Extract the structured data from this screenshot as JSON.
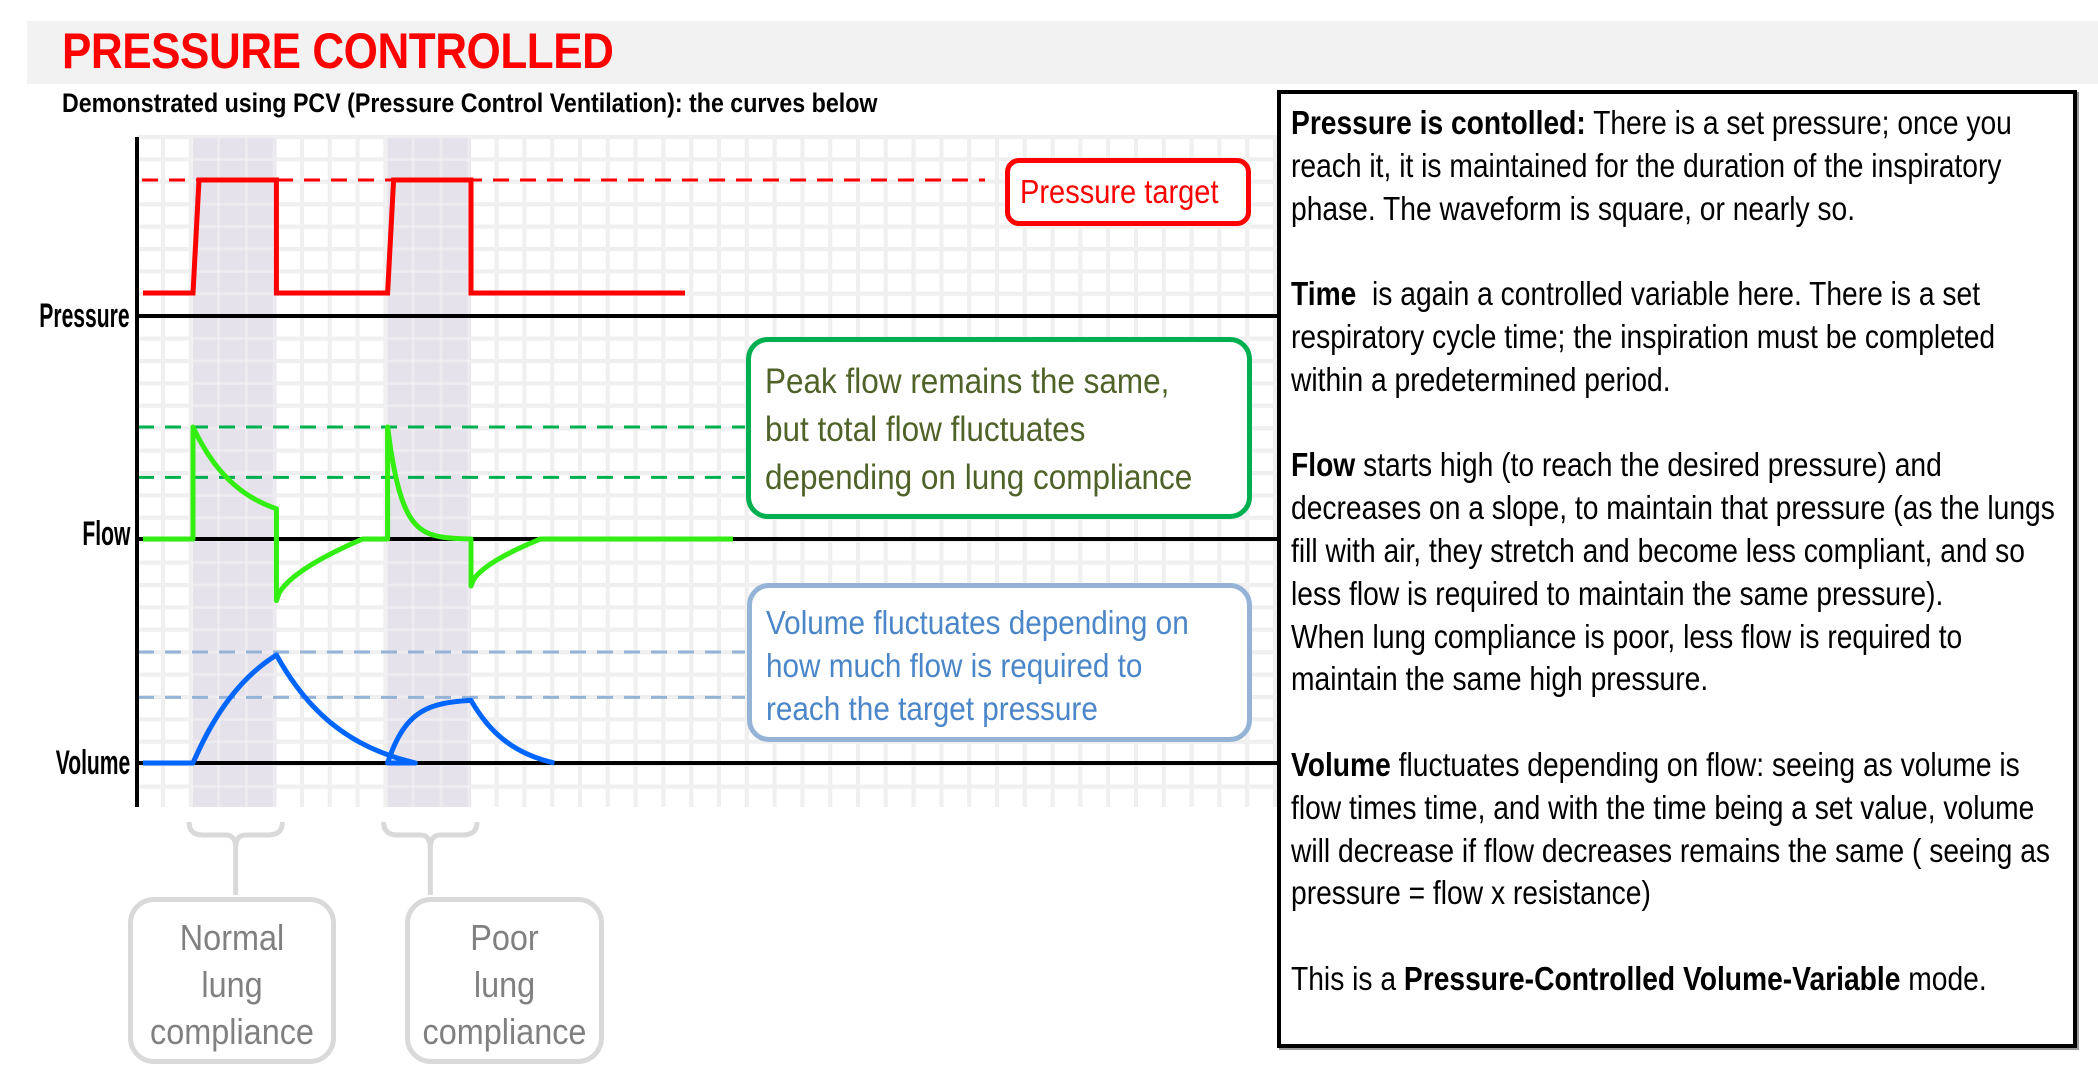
{
  "header": {
    "title": "PRESSURE CONTROLLED",
    "subtitle": "Demonstrated using PCV (Pressure Control Ventilation): the curves below"
  },
  "colors": {
    "pressure": "#ff0000",
    "flow": "#33ee11",
    "flow_callout_border": "#00b050",
    "flow_callout_text": "#4f6228",
    "volume": "#0066ff",
    "volume_callout_border": "#95b3d7",
    "volume_callout_text": "#4a86c8",
    "grid": "#ececec",
    "inspiration_shade": "#e3dfea",
    "label_gray": "#808080"
  },
  "axes": {
    "pressure": "Pressure",
    "flow": "Flow",
    "volume": "Volume"
  },
  "callouts": {
    "pressure": "Pressure target",
    "flow": [
      "Peak flow remains the same,",
      "but total flow fluctuates",
      "depending on lung compliance"
    ],
    "volume": [
      "Volume fluctuates depending on",
      "how much flow is required to",
      "reach the target pressure"
    ]
  },
  "compliance_labels": {
    "normal": [
      "Normal",
      "lung",
      "compliance"
    ],
    "poor": [
      "Poor",
      "lung",
      "compliance"
    ]
  },
  "info": {
    "p1_bold": "Pressure is contolled:",
    "p1_text": " There is a set pressure; once you reach it, it is maintained for the duration of the inspiratory phase. The waveform is square, or nearly so.",
    "p2_bold": "Time",
    "p2_text": "  is again a controlled variable here. There is a set respiratory cycle time; the inspiration must be completed within a predetermined period.",
    "p3_bold": "Flow",
    "p3_text": " starts high (to reach the desired pressure) and decreases on a slope, to maintain that pressure (as the lungs fill with air, they stretch and become less compliant, and so less flow is required to maintain the same pressure).",
    "p4_text": "When lung compliance is poor, less flow is required to maintain the same high pressure.",
    "p5_bold": "Volume",
    "p5_text": " fluctuates depending on flow: seeing as volume is flow times time, and with the time being a set value, volume will decrease if flow decreases remains the same ( seeing as pressure = flow x resistance)",
    "p6_pre": "This is a ",
    "p6_bold": "Pressure-Controlled Volume-Variable",
    "p6_post": " mode."
  },
  "chart_data": {
    "type": "line",
    "title": "Ventilator waveforms in Pressure Control Ventilation",
    "time_units": "grid cells",
    "breaths": [
      {
        "label": "Normal lung compliance",
        "insp_start": 2,
        "insp_end": 5,
        "pressure": {
          "baseline": 0,
          "target": 1.0
        },
        "flow": {
          "peak": 1.0,
          "end_insp": 0.27,
          "exp_min": -0.55,
          "recover_at": 8.1,
          "decay": "slow"
        },
        "volume": {
          "peak": 1.0,
          "return_at": 10.0
        }
      },
      {
        "label": "Poor lung compliance",
        "insp_start": 9,
        "insp_end": 12,
        "pressure": {
          "baseline": 0,
          "target": 1.0
        },
        "flow": {
          "peak": 1.0,
          "end_insp": 0.0,
          "exp_min": -0.42,
          "recover_at": 14.5,
          "decay": "fast"
        },
        "volume": {
          "peak": 0.58,
          "return_at": 15.0
        }
      }
    ],
    "reference_lines": {
      "pressure_target": 1.0,
      "flow_levels": [
        1.0,
        0.55
      ],
      "volume_levels": [
        1.0,
        0.58
      ]
    },
    "series": [
      {
        "name": "Pressure"
      },
      {
        "name": "Flow"
      },
      {
        "name": "Volume"
      }
    ]
  }
}
